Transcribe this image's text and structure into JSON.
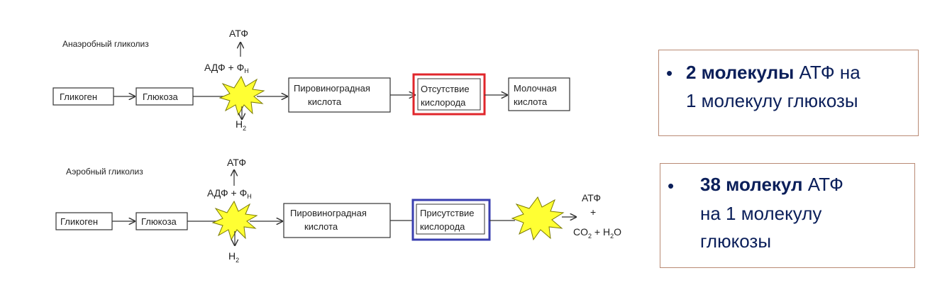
{
  "anaerobic": {
    "title": "Анаэробный гликолиз",
    "atp_top": "АТФ",
    "adp": "АДФ + Ф",
    "adp_sub": "Н",
    "h2": "H",
    "h2_sub": "2",
    "boxes": {
      "glycogen": "Гликоген",
      "glucose": "Глюкоза",
      "pyruvic_1": "Пировиноградная",
      "pyruvic_2": "кислота",
      "absence_1": "Отсутствие",
      "absence_2": "кислорода",
      "lactic_1": "Молочная",
      "lactic_2": "кислота"
    },
    "highlight_color": "#e0262b"
  },
  "aerobic": {
    "title": "Аэробный гликолиз",
    "atp_top": "АТФ",
    "adp": "АДФ + Ф",
    "adp_sub": "Н",
    "h2": "H",
    "h2_sub": "2",
    "boxes": {
      "glycogen": "Гликоген",
      "glucose": "Глюкоза",
      "pyruvic_1": "Пировиноградная",
      "pyruvic_2": "кислота",
      "presence_1": "Присутствие",
      "presence_2": "кислорода"
    },
    "products": {
      "atp": "АТФ",
      "plus": "+",
      "co2": "CO",
      "co2_sub": "2",
      "plus2": " + H",
      "h2o_sub": "2",
      "o": "O"
    },
    "highlight_color": "#3a3fb0"
  },
  "cards": {
    "anaerobic": {
      "bullet": "•",
      "bold": "2 молекулы",
      "rest1": " АТФ на",
      "line2": "1 молекулу глюкозы"
    },
    "aerobic": {
      "bullet": "•",
      "bold": "38 молекул",
      "rest1": " АТФ",
      "line2": "на 1 молекулу",
      "line3": "глюкозы"
    }
  },
  "colors": {
    "burst_fill": "#ffff33",
    "burst_stroke": "#7a7a00",
    "text_navy": "#0b1f5a",
    "card_border": "#b98a74"
  }
}
